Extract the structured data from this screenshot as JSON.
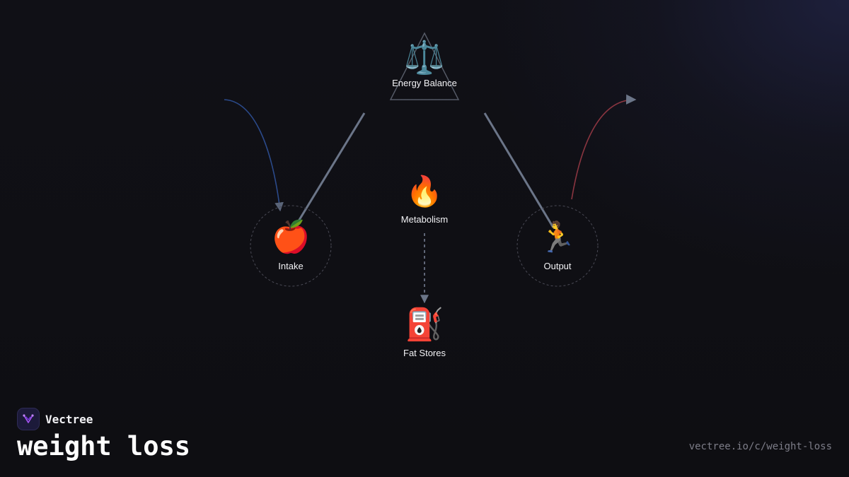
{
  "diagram": {
    "nodes": {
      "energy_balance": {
        "label": "Energy Balance",
        "icon": "scale-icon",
        "glyph": "⚖️"
      },
      "metabolism": {
        "label": "Metabolism",
        "icon": "fire-icon",
        "glyph": "🔥"
      },
      "intake": {
        "label": "Intake",
        "icon": "apple-icon",
        "glyph": "🍎"
      },
      "output": {
        "label": "Output",
        "icon": "runner-icon",
        "glyph": "🏃"
      },
      "fat_stores": {
        "label": "Fat Stores",
        "icon": "fuel-pump-icon",
        "glyph": "⛽"
      }
    },
    "edges": [
      {
        "from": "energy_balance",
        "to": "intake",
        "style": "solid"
      },
      {
        "from": "energy_balance",
        "to": "output",
        "style": "solid"
      },
      {
        "from": "metabolism",
        "to": "fat_stores",
        "style": "dashed"
      },
      {
        "from": "inflow",
        "to": "intake",
        "style": "curved"
      },
      {
        "from": "output",
        "to": "outflow",
        "style": "curved"
      }
    ],
    "colors": {
      "edge": "#6b7588",
      "intake_flow": "#2b4a8a",
      "output_flow": "#8a3540",
      "node_ring": "#4a4a55"
    }
  },
  "brand": {
    "name": "Vectree",
    "logo_icon": "vectree-logo-icon"
  },
  "page": {
    "title": "weight loss",
    "url": "vectree.io/c/weight-loss"
  }
}
